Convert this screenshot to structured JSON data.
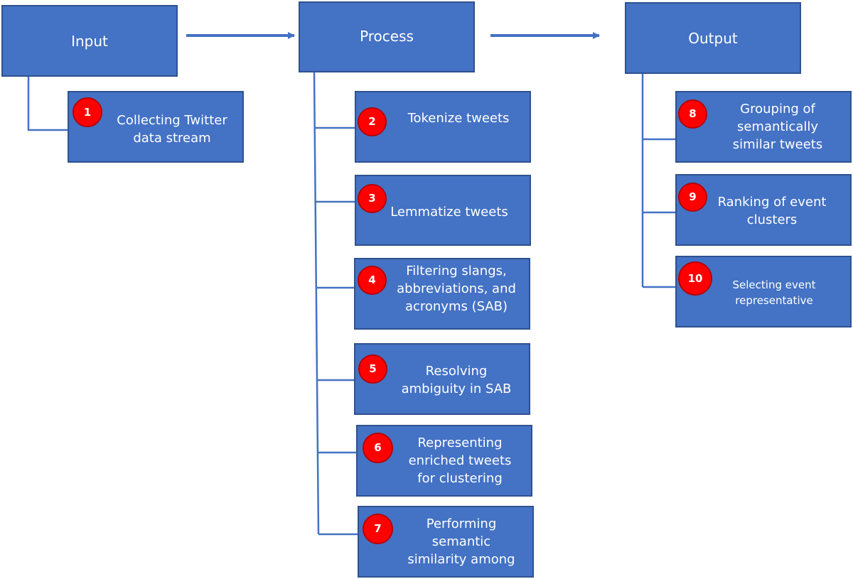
{
  "colors": {
    "box_fill": "#4472C4",
    "box_border": "#2F528F",
    "badge_fill": "#FF0000",
    "connector": "#4472C4",
    "text": "#FFFFFF"
  },
  "stages": [
    {
      "label": "Input",
      "steps": [
        {
          "badge": "1",
          "text": "Collecting Twitter\ndata stream"
        }
      ]
    },
    {
      "label": "Process",
      "steps": [
        {
          "badge": "2",
          "text": "Tokenize tweets"
        },
        {
          "badge": "3",
          "text": "Lemmatize tweets"
        },
        {
          "badge": "4",
          "text": "Filtering slangs,\nabbreviations, and\nacronyms (SAB)"
        },
        {
          "badge": "5",
          "text": "Resolving\nambiguity in SAB"
        },
        {
          "badge": "6",
          "text": "Representing\nenriched tweets\nfor clustering"
        },
        {
          "badge": "7",
          "text": "Performing\nsemantic\nsimilarity among"
        }
      ]
    },
    {
      "label": "Output",
      "steps": [
        {
          "badge": "8",
          "text": "Grouping of\nsemantically\nsimilar tweets"
        },
        {
          "badge": "9",
          "text": "Ranking of event\nclusters"
        },
        {
          "badge": "10",
          "text": "Selecting event\nrepresentative"
        }
      ]
    }
  ]
}
